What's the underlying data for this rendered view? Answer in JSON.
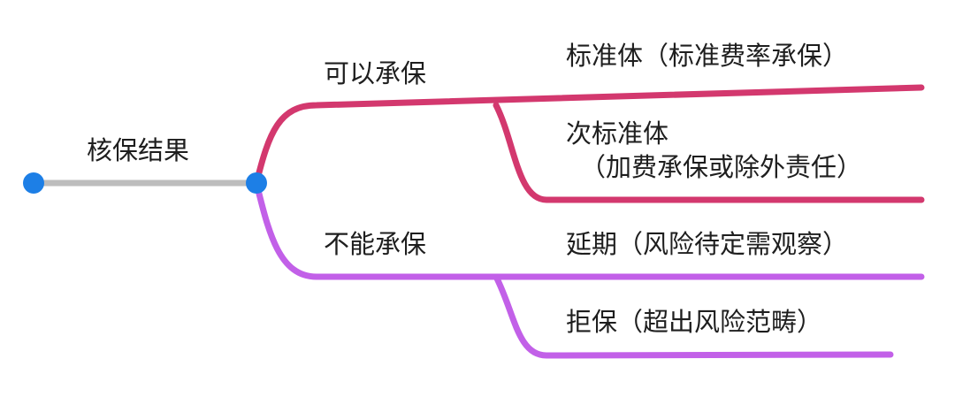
{
  "root": {
    "label": "核保结果"
  },
  "branches": [
    {
      "label": "可以承保",
      "color": "#d3386e",
      "children": [
        {
          "label": "标准体（标准费率承保）"
        },
        {
          "label": "次标准体",
          "sublabel": "（加费承保或除外责任）"
        }
      ]
    },
    {
      "label": "不能承保",
      "color": "#c260e8",
      "children": [
        {
          "label": "延期（风险待定需观察）"
        },
        {
          "label": "拒保（超出风险范畴）"
        }
      ]
    }
  ],
  "colors": {
    "root_line": "#bdbdbd",
    "node_dot": "#1d7fe6"
  }
}
